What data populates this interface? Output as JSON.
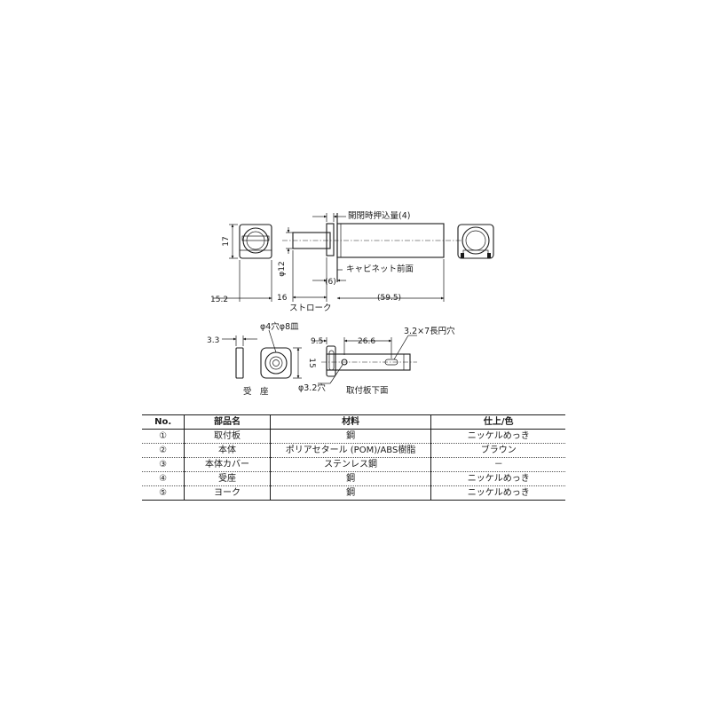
{
  "dimensions": {
    "top_height": "17",
    "top_width": "15.2",
    "diameter": "φ12",
    "plunger_len": "16",
    "stroke_label": "ストローク",
    "press_in": "開閉時押込量(4)",
    "six": "(6)",
    "cabinet_front": "キャビネット前面",
    "body_len": "(59.5)",
    "seat_thick": "3.3",
    "seat_hole": "φ4穴φ8皿",
    "seat_height": "15",
    "seat_label": "受　座",
    "bot_95": "9.5",
    "bot_266": "26.6",
    "slot": "3.2×7長円穴",
    "hole32": "φ3.2穴",
    "mount_bottom": "取付板下面"
  },
  "table": {
    "headers": [
      "No.",
      "部品名",
      "材料",
      "仕上/色"
    ],
    "rows": [
      [
        "①",
        "取付板",
        "鋼",
        "ニッケルめっき"
      ],
      [
        "②",
        "本体",
        "ポリアセタール (POM)/ABS樹脂",
        "ブラウン"
      ],
      [
        "③",
        "本体カバー",
        "ステンレス鋼",
        "－"
      ],
      [
        "④",
        "受座",
        "鋼",
        "ニッケルめっき"
      ],
      [
        "⑤",
        "ヨーク",
        "鋼",
        "ニッケルめっき"
      ]
    ]
  }
}
